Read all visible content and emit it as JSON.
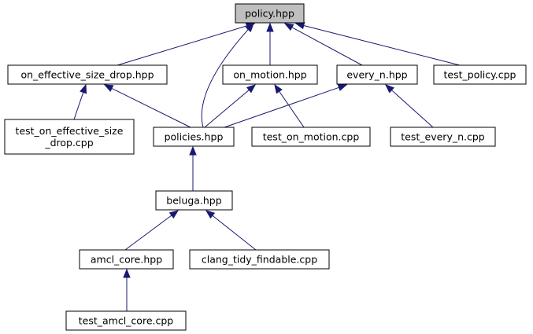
{
  "graph": {
    "colors": {
      "edge": "#191970",
      "node_border": "#000000",
      "node_fill": "#ffffff",
      "root_fill": "#bfbfbf"
    },
    "nodes": [
      {
        "id": "policy_hpp",
        "lines": [
          "policy.hpp"
        ],
        "root": true
      },
      {
        "id": "on_effective_size_drop_hpp",
        "lines": [
          "on_effective_size_drop.hpp"
        ]
      },
      {
        "id": "on_motion_hpp",
        "lines": [
          "on_motion.hpp"
        ]
      },
      {
        "id": "every_n_hpp",
        "lines": [
          "every_n.hpp"
        ]
      },
      {
        "id": "test_policy_cpp",
        "lines": [
          "test_policy.cpp"
        ]
      },
      {
        "id": "test_on_effective_size_drop_cpp",
        "lines": [
          "test_on_effective_size",
          "_drop.cpp"
        ]
      },
      {
        "id": "policies_hpp",
        "lines": [
          "policies.hpp"
        ]
      },
      {
        "id": "test_on_motion_cpp",
        "lines": [
          "test_on_motion.cpp"
        ]
      },
      {
        "id": "test_every_n_cpp",
        "lines": [
          "test_every_n.cpp"
        ]
      },
      {
        "id": "beluga_hpp",
        "lines": [
          "beluga.hpp"
        ]
      },
      {
        "id": "amcl_core_hpp",
        "lines": [
          "amcl_core.hpp"
        ]
      },
      {
        "id": "clang_tidy_findable_cpp",
        "lines": [
          "clang_tidy_findable.cpp"
        ]
      },
      {
        "id": "test_amcl_core_cpp",
        "lines": [
          "test_amcl_core.cpp"
        ]
      }
    ],
    "edges": [
      {
        "from": "on_effective_size_drop_hpp",
        "to": "policy_hpp"
      },
      {
        "from": "policies_hpp",
        "to": "policy_hpp"
      },
      {
        "from": "on_motion_hpp",
        "to": "policy_hpp"
      },
      {
        "from": "every_n_hpp",
        "to": "policy_hpp"
      },
      {
        "from": "test_policy_cpp",
        "to": "policy_hpp"
      },
      {
        "from": "test_on_effective_size_drop_cpp",
        "to": "on_effective_size_drop_hpp"
      },
      {
        "from": "policies_hpp",
        "to": "on_effective_size_drop_hpp"
      },
      {
        "from": "policies_hpp",
        "to": "on_motion_hpp"
      },
      {
        "from": "test_on_motion_cpp",
        "to": "on_motion_hpp"
      },
      {
        "from": "policies_hpp",
        "to": "every_n_hpp"
      },
      {
        "from": "test_every_n_cpp",
        "to": "every_n_hpp"
      },
      {
        "from": "beluga_hpp",
        "to": "policies_hpp"
      },
      {
        "from": "amcl_core_hpp",
        "to": "beluga_hpp"
      },
      {
        "from": "clang_tidy_findable_cpp",
        "to": "beluga_hpp"
      },
      {
        "from": "test_amcl_core_cpp",
        "to": "amcl_core_hpp"
      }
    ]
  }
}
